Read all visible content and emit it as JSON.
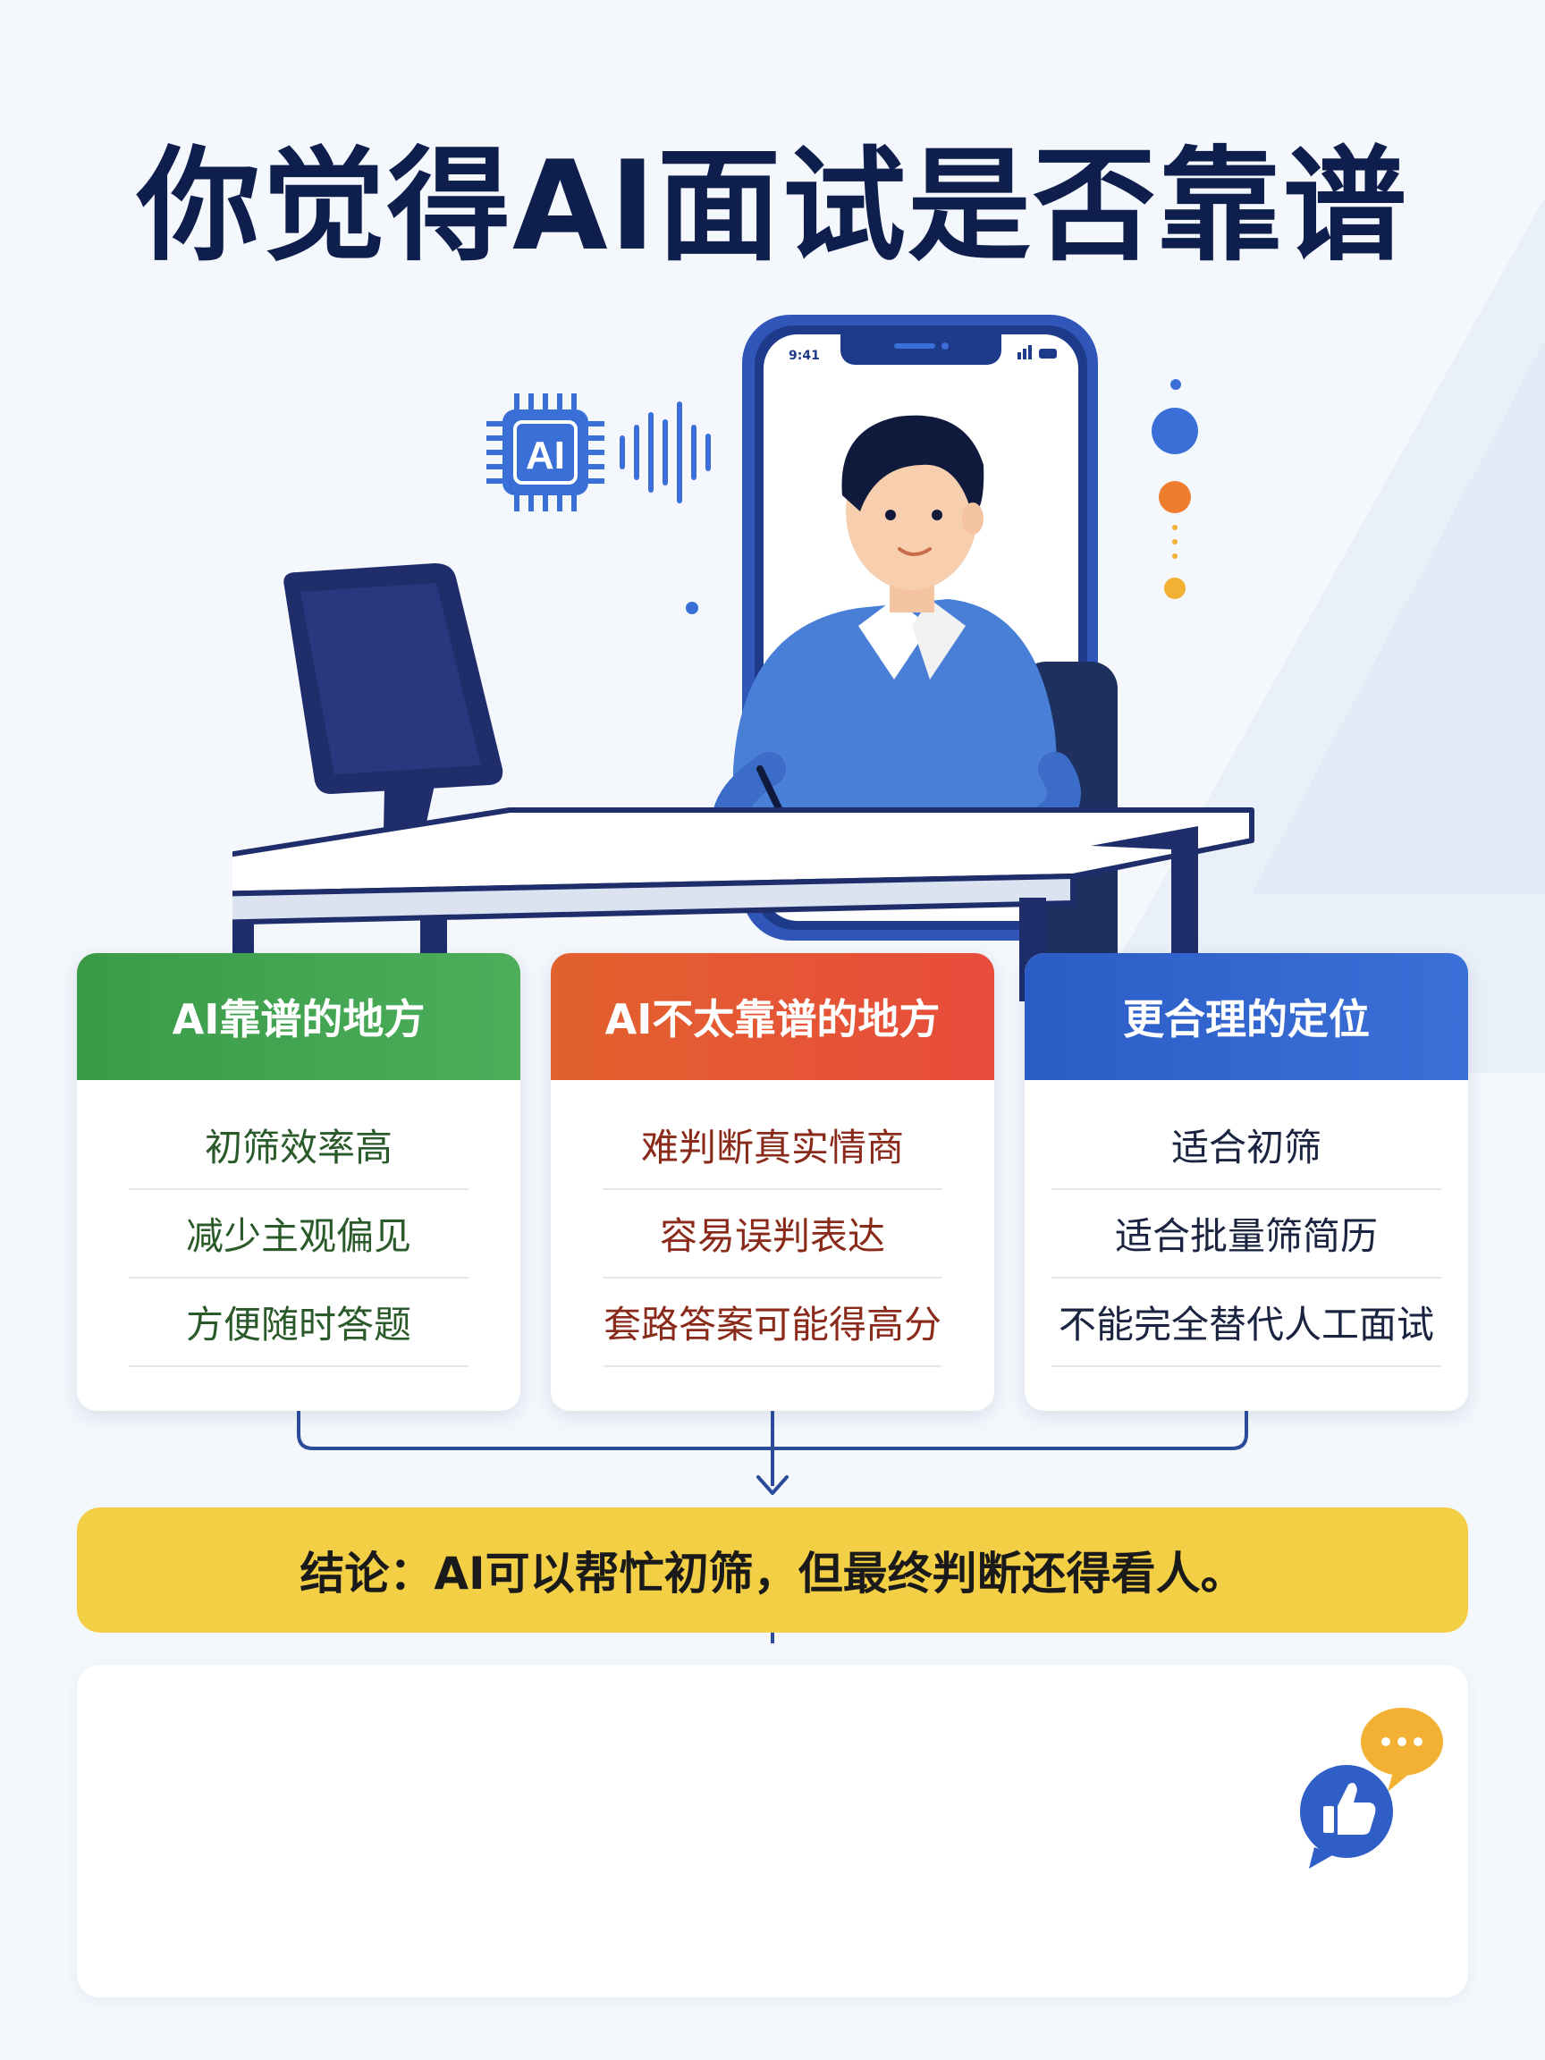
{
  "title": "你觉得AI面试是否靠谱",
  "illustration": {
    "chip_label": "AI",
    "phone_time": "9:41"
  },
  "cards": [
    {
      "heading": "AI靠谱的地方",
      "items": [
        "初筛效率高",
        "减少主观偏见",
        "方便随时答题"
      ],
      "color": "#3a9a48"
    },
    {
      "heading": "AI不太靠谱的地方",
      "items": [
        "难判断真实情商",
        "容易误判表达",
        "套路答案可能得高分"
      ],
      "color": "#e2612d"
    },
    {
      "heading": "更合理的定位",
      "items": [
        "适合初筛",
        "适合批量筛简历",
        "不能完全替代人工面试"
      ],
      "color": "#2c5dc7"
    }
  ],
  "conclusion": "结论：AI可以帮忙初筛，但最终判断还得看人。",
  "icons": {
    "like": "thumbs-up-icon",
    "chat": "chat-bubble-icon"
  },
  "colors": {
    "title": "#0f1f4d",
    "conclusion_bg": "#f3cf45",
    "navy": "#1f2d6b",
    "blue": "#3b6fd8"
  }
}
